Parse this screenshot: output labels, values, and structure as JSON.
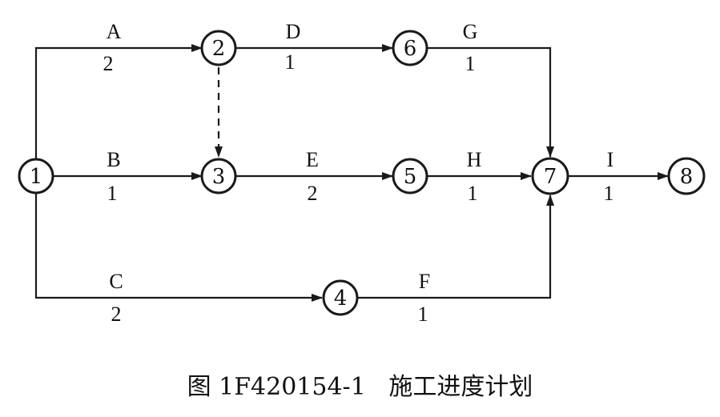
{
  "nodes": [
    {
      "id": "1",
      "label": "1"
    },
    {
      "id": "2",
      "label": "2"
    },
    {
      "id": "3",
      "label": "3"
    },
    {
      "id": "4",
      "label": "4"
    },
    {
      "id": "5",
      "label": "5"
    },
    {
      "id": "6",
      "label": "6"
    },
    {
      "id": "7",
      "label": "7"
    },
    {
      "id": "8",
      "label": "8"
    }
  ],
  "activities": [
    {
      "name": "A",
      "duration": "2",
      "from": "1",
      "to": "2"
    },
    {
      "name": "B",
      "duration": "1",
      "from": "1",
      "to": "3"
    },
    {
      "name": "C",
      "duration": "2",
      "from": "1",
      "to": "4"
    },
    {
      "name": "D",
      "duration": "1",
      "from": "2",
      "to": "6"
    },
    {
      "name": "E",
      "duration": "2",
      "from": "3",
      "to": "5"
    },
    {
      "name": "F",
      "duration": "1",
      "from": "4",
      "to": "7"
    },
    {
      "name": "G",
      "duration": "1",
      "from": "6",
      "to": "7"
    },
    {
      "name": "H",
      "duration": "1",
      "from": "5",
      "to": "7"
    },
    {
      "name": "I",
      "duration": "1",
      "from": "7",
      "to": "8"
    }
  ],
  "dummy_activities": [
    {
      "from": "2",
      "to": "3"
    }
  ],
  "caption": "图 1F420154-1   施工进度计划"
}
